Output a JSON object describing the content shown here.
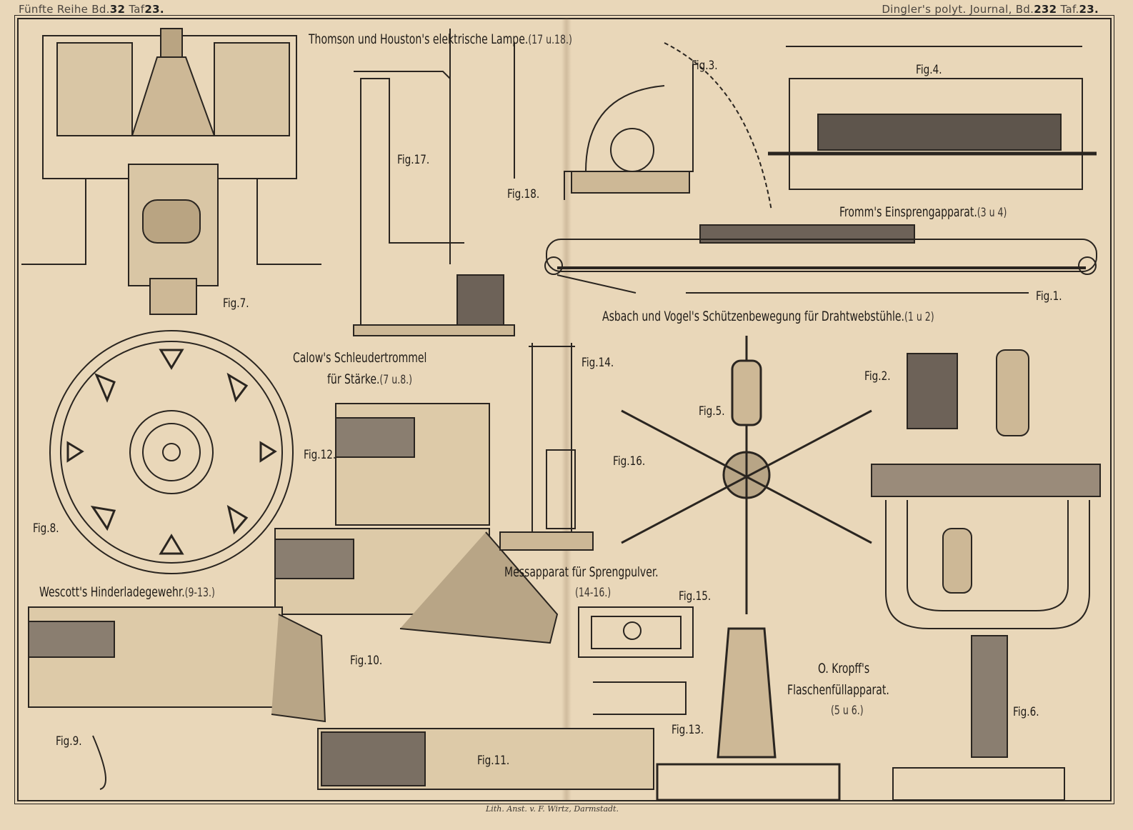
{
  "header": {
    "left_prefix": "Fünfte Reihe Bd.",
    "left_volume": "32",
    "left_plate_prefix": "Taf",
    "left_plate": "23.",
    "right_prefix": "Dingler's polyt. Journal, Bd.",
    "right_volume": "232",
    "right_plate_prefix": "Taf.",
    "right_plate": "23."
  },
  "titles": {
    "thomson": "Thomson und Houston's elektrische Lampe.",
    "thomson_ref": "(17 u.18.)",
    "fromm": "Fromm's Einsprengapparat.",
    "fromm_ref": "(3 u 4)",
    "asbach": "Asbach und Vogel's Schützenbewegung für Drahtwebstühle.",
    "asbach_ref": "(1 u 2)",
    "calow1": "Calow's Schleudertrommel",
    "calow2": "für Stärke.",
    "calow_ref": "(7 u.8.)",
    "wescott": "Wescott's Hinderladegewehr.",
    "wescott_ref": "(9-13.)",
    "mess": "Messapparat für Sprengpulver.",
    "mess_ref": "(14-16.)",
    "kropff1": "O. Kropff's",
    "kropff2": "Flaschenfüllapparat.",
    "kropff_ref": "(5 u 6.)"
  },
  "figures": {
    "fig1": "Fig.1.",
    "fig2": "Fig.2.",
    "fig3": "Fig.3.",
    "fig4": "Fig.4.",
    "fig5": "Fig.5.",
    "fig6": "Fig.6.",
    "fig7": "Fig.7.",
    "fig8": "Fig.8.",
    "fig9": "Fig.9.",
    "fig10": "Fig.10.",
    "fig11": "Fig.11.",
    "fig12": "Fig.12.",
    "fig13": "Fig.13.",
    "fig14": "Fig.14.",
    "fig15": "Fig.15.",
    "fig16": "Fig.16.",
    "fig17": "Fig.17.",
    "fig18": "Fig.18."
  },
  "footer": "Lith. Anst. v. F. Wirtz, Darmstadt.",
  "colors": {
    "paper": "#e9d7b9",
    "ink": "#2a2520"
  }
}
